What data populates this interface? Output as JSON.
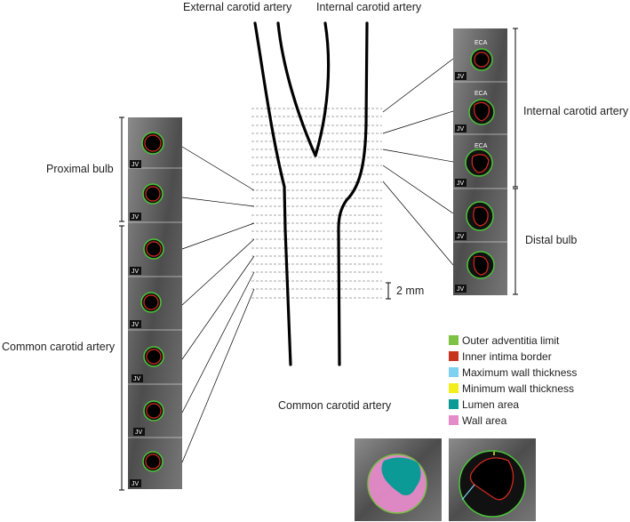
{
  "labels": {
    "external_carotid": "External carotid artery",
    "internal_carotid_top": "Internal carotid artery",
    "internal_carotid_side": "Internal carotid artery",
    "proximal_bulb": "Proximal bulb",
    "common_carotid_side": "Common carotid artery",
    "common_carotid_bottom": "Common carotid artery",
    "distal_bulb": "Distal bulb",
    "scale": "2 mm"
  },
  "image_tags": {
    "jv": "JV",
    "eca": "ECA"
  },
  "legend": [
    {
      "label": "Outer adventitia limit",
      "color": "#7dc242"
    },
    {
      "label": "Inner intima border",
      "color": "#c8341e"
    },
    {
      "label": "Maximum wall thickness",
      "color": "#7fd1f0"
    },
    {
      "label": "Minimum wall thickness",
      "color": "#f4ee1c"
    },
    {
      "label": "Lumen area",
      "color": "#0c9a96"
    },
    {
      "label": "Wall area",
      "color": "#e58bc9"
    }
  ],
  "colors": {
    "artery_line": "#000000",
    "guide_dash": "#8a8a8a",
    "mri_bg": "#5c5c5c",
    "outer_contour": "#4cc43a",
    "inner_contour": "#d12a1e"
  }
}
